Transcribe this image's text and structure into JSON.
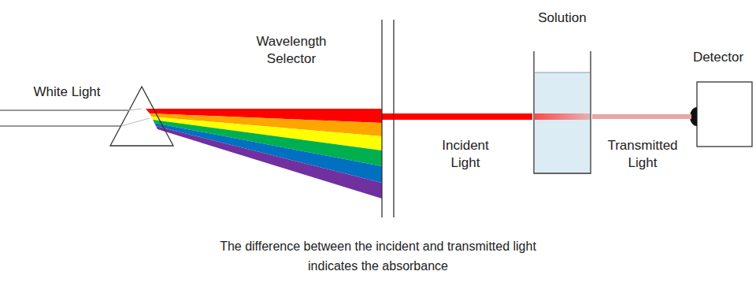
{
  "diagram": {
    "caption": "The difference between the incident and transmitted light indicates the absorbance",
    "nodes": [
      {
        "text": [
          "Wavelength Selector"
        ]
      },
      {
        "text": [
          "Solution"
        ]
      },
      {
        "text": [
          "Detector"
        ]
      }
    ],
    "edges": [
      {
        "from": 0,
        "to": 1,
        "arrow": "none"
      },
      {
        "from": 1,
        "to": 2,
        "arrow": "none"
      }
    ],
    "labels": [
      "White Light",
      "Incident Light",
      "Transmitted Light"
    ]
  }
}
